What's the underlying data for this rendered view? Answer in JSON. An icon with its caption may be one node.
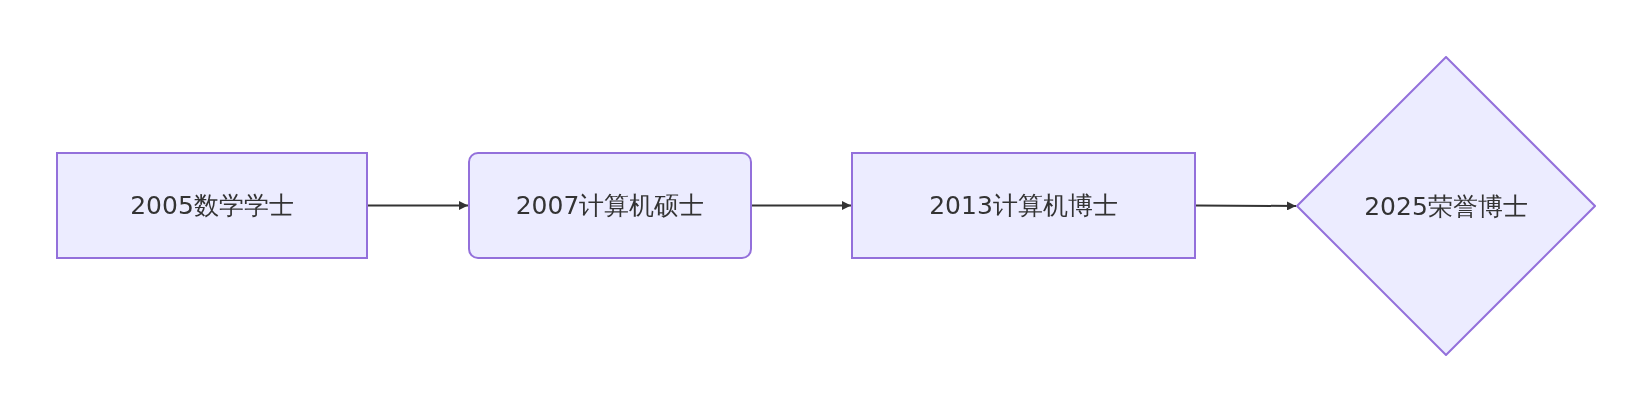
{
  "diagram": {
    "nodes": [
      {
        "text": [
          "2005数学学士"
        ]
      },
      {
        "text": [
          "2007计算机硕士"
        ]
      },
      {
        "text": [
          "2013计算机博士"
        ]
      },
      {
        "text": [
          "2025荣誉博士"
        ]
      }
    ],
    "edges": [
      {
        "from": 0,
        "to": 1,
        "arrow": "to"
      },
      {
        "from": 1,
        "to": 2,
        "arrow": "to"
      },
      {
        "from": 2,
        "to": 3,
        "arrow": "to"
      }
    ]
  }
}
